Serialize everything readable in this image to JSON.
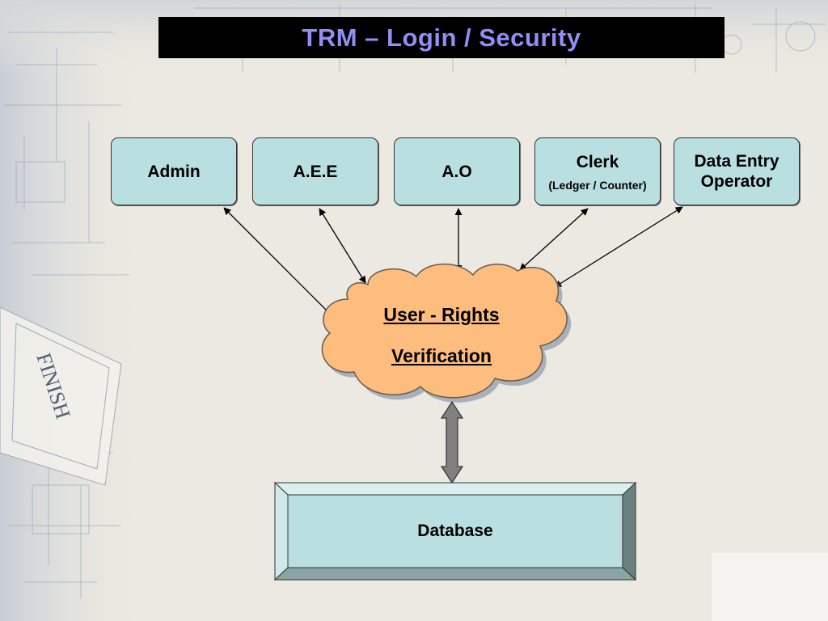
{
  "title": "TRM – Login / Security",
  "roles": [
    {
      "label": "Admin"
    },
    {
      "label": "A.E.E"
    },
    {
      "label": "A.O"
    },
    {
      "label": "Clerk",
      "sub": "(Ledger / Counter)"
    },
    {
      "label": "Data Entry Operator"
    }
  ],
  "verification": {
    "line1": "User - Rights",
    "line2": "Verification"
  },
  "database": {
    "label": "Database"
  },
  "background_watermark": "FINISH",
  "colors": {
    "title_bg": "#000000",
    "title_text": "#8f8ff5",
    "role_fill": "#b9dfe1",
    "cloud_fill": "#fdbd7f",
    "database_fill": "#b9dfe1",
    "background": "#ebe9e1"
  }
}
